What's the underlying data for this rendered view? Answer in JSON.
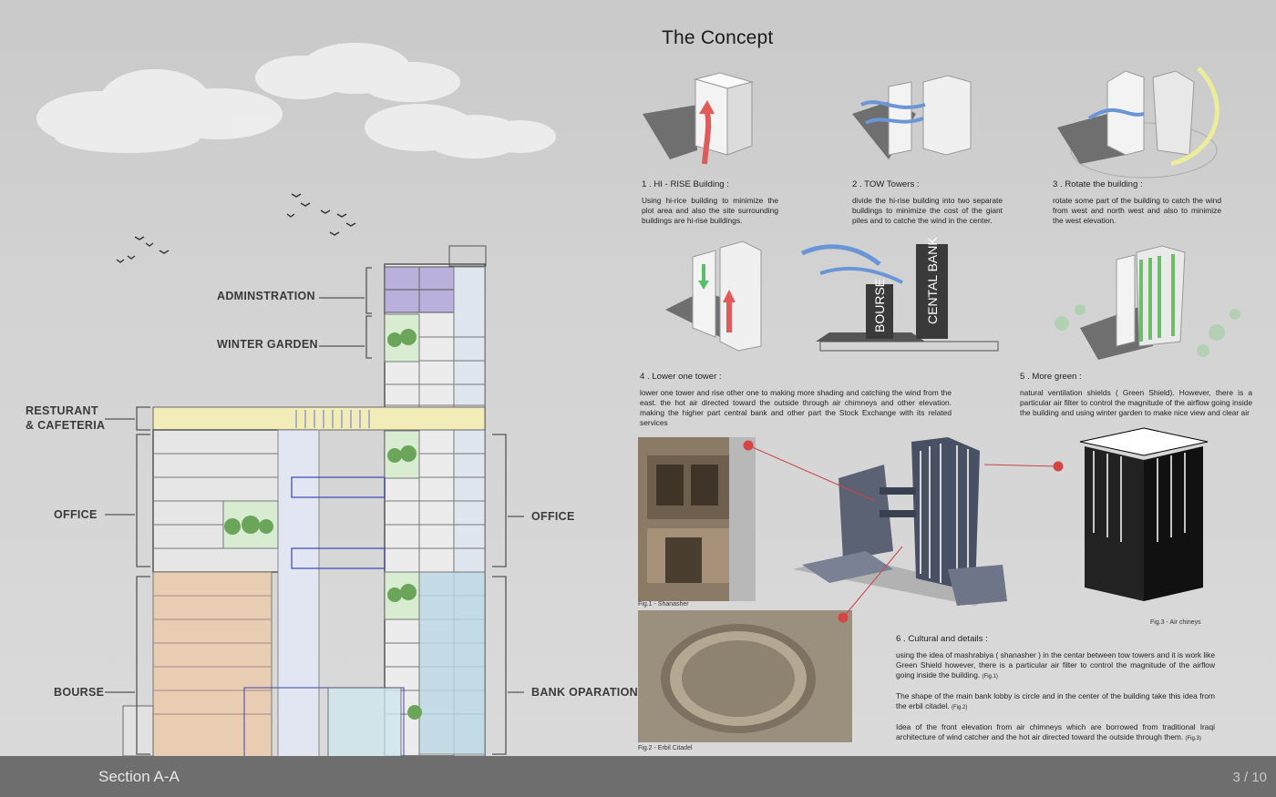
{
  "title": "The Concept",
  "section_labels": {
    "administration": "ADMINSTRATION",
    "winter_garden": "WINTER  GARDEN",
    "restaurant_l1": "RESTURANT",
    "restaurant_l2": "& CAFETERIA",
    "office_left": "OFFICE",
    "office_right": "OFFICE",
    "bourse": "BOURSE",
    "bank_operation": "BANK OPARATION"
  },
  "steps": [
    {
      "title": "1 . HI - RISE Building :",
      "body": "Using hi-rice building to minimize the plot area and also the site surrounding buildings  are hi-rise buildings."
    },
    {
      "title": "2 . TOW Towers :",
      "body": "divide the hi-rise building into two separate buildings to minimize the cost of the giant piles and to catche the wind in the center."
    },
    {
      "title": "3 . Rotate the building :",
      "body": "rotate some part of the building to catch the wind from west and north west and also to minimize the west elevation."
    },
    {
      "title": "4 . Lower one tower :",
      "body": "lower one tower and rise other one to making more shading and catching the wind from the east. the hot air directed toward the outside through air chimneys and other elevation. making the higher part central bank and other part the Stock Exchange with its related services"
    },
    {
      "title": "5 . More green :",
      "body": "natural ventilation shields ( Green Shield). However, there is a particular air filter to control the magnitude of the airflow going inside the building and using winter garden to make nice view and clear air"
    },
    {
      "title": "6 . Cultural and details :",
      "p1": "using the idea of mashrabiya ( shanasher ) in the centar between tow towers and it is work like Green Shield however, there is a particular air filter to control the magnitude of the airflow going inside the building.",
      "p1_ref": "(Fig.1)",
      "p2": "The shape  of the main bank lobby is  circle  and in the center of  the building  take this idea from the erbil citadel.",
      "p2_ref": "(Fig.2)",
      "p3": "Idea of the front elevation from air chimneys which are borrowed from traditional Iraqi architecture of wind catcher and the hot air directed toward the outside through them.",
      "p3_ref": "(Fig.3)"
    }
  ],
  "diagram_text": {
    "bourse_block": "BOURSE",
    "bank_block": "CENTAL BANK"
  },
  "figures": {
    "fig1": "Fig.1 - Shanasher",
    "fig2": "Fig.2 - Erbil Citadel",
    "fig3": "Fig.3 - Air chineys"
  },
  "footer": {
    "section": "Section A-A",
    "page": "3 / 10"
  },
  "colors": {
    "admin": "#b9b0dc",
    "restaurant": "#f2edb8",
    "bourse": "#e8cdb3",
    "bank": "#bcd9e6",
    "garden": "#d7ecd0",
    "arrow_red": "#e05a5a",
    "arrow_blue": "#6a96d8",
    "marker": "#d44545"
  }
}
